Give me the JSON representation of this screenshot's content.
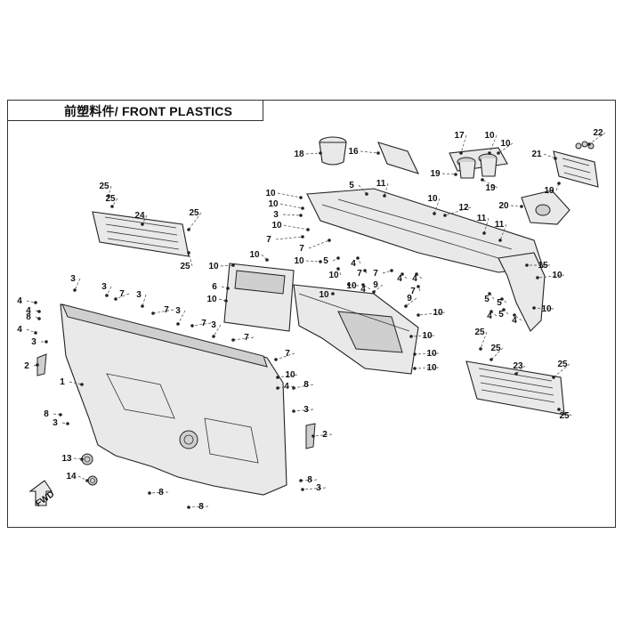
{
  "title": "前塑料件/ FRONT PLASTICS",
  "fwd_label": "FWD",
  "callouts": [
    {
      "id": "c25a",
      "text": "25"
    },
    {
      "id": "c25b",
      "text": "25"
    },
    {
      "id": "c24",
      "text": "24"
    },
    {
      "id": "c25c",
      "text": "25"
    },
    {
      "id": "c25d",
      "text": "25"
    },
    {
      "id": "c18",
      "text": "18"
    },
    {
      "id": "c16",
      "text": "16"
    },
    {
      "id": "c17",
      "text": "17"
    },
    {
      "id": "c10a",
      "text": "10"
    },
    {
      "id": "c10b",
      "text": "10"
    },
    {
      "id": "c19a",
      "text": "19"
    },
    {
      "id": "c19b",
      "text": "19"
    },
    {
      "id": "c22",
      "text": "22"
    },
    {
      "id": "c21",
      "text": "21"
    },
    {
      "id": "c19c",
      "text": "19"
    },
    {
      "id": "c20",
      "text": "20"
    },
    {
      "id": "c5a",
      "text": "5"
    },
    {
      "id": "c11a",
      "text": "11"
    },
    {
      "id": "c10c",
      "text": "10"
    },
    {
      "id": "c10d",
      "text": "10"
    },
    {
      "id": "c3a",
      "text": "3"
    },
    {
      "id": "c10e",
      "text": "10"
    },
    {
      "id": "c12",
      "text": "12"
    },
    {
      "id": "c11b",
      "text": "11"
    },
    {
      "id": "c11c",
      "text": "11"
    },
    {
      "id": "c7a",
      "text": "7"
    },
    {
      "id": "c10f",
      "text": "10"
    },
    {
      "id": "c7b",
      "text": "7"
    },
    {
      "id": "c5b",
      "text": "5"
    },
    {
      "id": "c7c",
      "text": "7"
    },
    {
      "id": "c10g",
      "text": "10"
    },
    {
      "id": "c10h",
      "text": "10"
    },
    {
      "id": "c10i",
      "text": "10"
    },
    {
      "id": "c15",
      "text": "15"
    },
    {
      "id": "c4a",
      "text": "4"
    },
    {
      "id": "c7d",
      "text": "7"
    },
    {
      "id": "c4b",
      "text": "4"
    },
    {
      "id": "c4c",
      "text": "4"
    },
    {
      "id": "c4d",
      "text": "4"
    },
    {
      "id": "c7e",
      "text": "7"
    },
    {
      "id": "c10j",
      "text": "10"
    },
    {
      "id": "c10k",
      "text": "10"
    },
    {
      "id": "c6",
      "text": "6"
    },
    {
      "id": "c10l",
      "text": "10"
    },
    {
      "id": "c10m",
      "text": "10"
    },
    {
      "id": "c9",
      "text": "9"
    },
    {
      "id": "c10n",
      "text": "10"
    },
    {
      "id": "c5c",
      "text": "5"
    },
    {
      "id": "c5d",
      "text": "5"
    },
    {
      "id": "c10o",
      "text": "10"
    },
    {
      "id": "c3b",
      "text": "3"
    },
    {
      "id": "c3c",
      "text": "3"
    },
    {
      "id": "c7f",
      "text": "7"
    },
    {
      "id": "c4e",
      "text": "4"
    },
    {
      "id": "c4f",
      "text": "4"
    },
    {
      "id": "c8a",
      "text": "8"
    },
    {
      "id": "c3d",
      "text": "3"
    },
    {
      "id": "c7g",
      "text": "7"
    },
    {
      "id": "c3e",
      "text": "3"
    },
    {
      "id": "c7h",
      "text": "7"
    },
    {
      "id": "c9b",
      "text": "9"
    },
    {
      "id": "c10p",
      "text": "10"
    },
    {
      "id": "c10q",
      "text": "10"
    },
    {
      "id": "c10r",
      "text": "10"
    },
    {
      "id": "c4g",
      "text": "4"
    },
    {
      "id": "c5e",
      "text": "5"
    },
    {
      "id": "c4h",
      "text": "4"
    },
    {
      "id": "c3f",
      "text": "3"
    },
    {
      "id": "c7i",
      "text": "7"
    },
    {
      "id": "c4i",
      "text": "4"
    },
    {
      "id": "c3g",
      "text": "3"
    },
    {
      "id": "c25e",
      "text": "25"
    },
    {
      "id": "c25f",
      "text": "25"
    },
    {
      "id": "c23",
      "text": "23"
    },
    {
      "id": "c25g",
      "text": "25"
    },
    {
      "id": "c25h",
      "text": "25"
    },
    {
      "id": "c2a",
      "text": "2"
    },
    {
      "id": "c1",
      "text": "1"
    },
    {
      "id": "c7j",
      "text": "7"
    },
    {
      "id": "c10s",
      "text": "10"
    },
    {
      "id": "c10t",
      "text": "10"
    },
    {
      "id": "c4j",
      "text": "4"
    },
    {
      "id": "c8b",
      "text": "8"
    },
    {
      "id": "c3h",
      "text": "3"
    },
    {
      "id": "c8c",
      "text": "8"
    },
    {
      "id": "c3i",
      "text": "3"
    },
    {
      "id": "c2b",
      "text": "2"
    },
    {
      "id": "c13",
      "text": "13"
    },
    {
      "id": "c14",
      "text": "14"
    },
    {
      "id": "c8d",
      "text": "8"
    },
    {
      "id": "c3j",
      "text": "3"
    },
    {
      "id": "c8e",
      "text": "8"
    },
    {
      "id": "c8f",
      "text": "8"
    }
  ]
}
